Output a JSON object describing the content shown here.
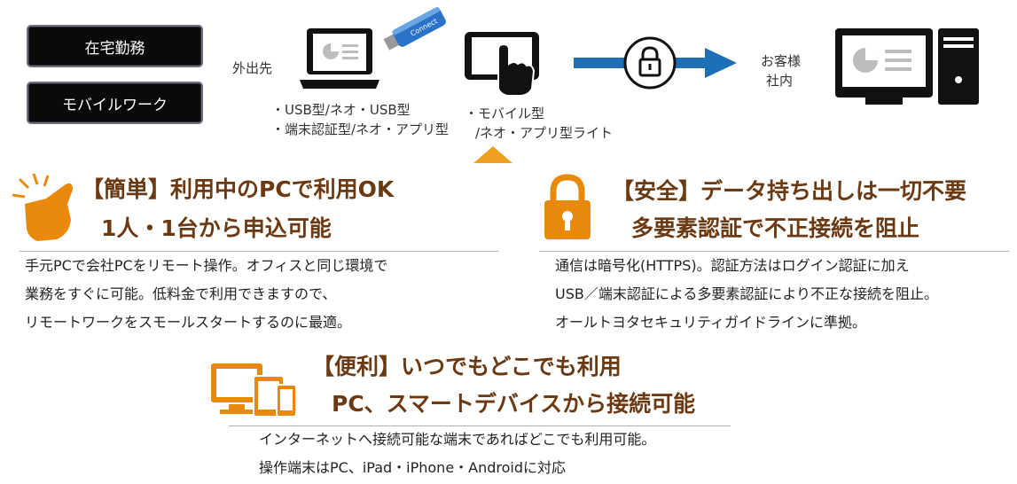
{
  "top": {
    "tags": [
      "在宅勤務",
      "モバイルワーク"
    ],
    "gaishutsu": "外出先",
    "customer_line1": "お客様",
    "customer_line2": "社内",
    "usb_label": "Connect",
    "laptop_notes": [
      "・USB型/ネオ・USB型",
      "・端末認証型/ネオ・アプリ型"
    ],
    "mobile_notes": [
      "・モバイル型",
      "/ネオ・アプリ型ライト"
    ]
  },
  "features": {
    "easy": {
      "heading": [
        "【簡単】利用中のPCで利用OK",
        "1人・1台から申込可能"
      ],
      "body": [
        "手元PCで会社PCをリモート操作。オフィスと同じ環境で",
        "業務をすぐに可能。低料金で利用できますので、",
        "リモートワークをスモールスタートするのに最適。"
      ]
    },
    "secure": {
      "heading": [
        "【安全】データ持ち出しは一切不要",
        "多要素認証で不正接続を阻止"
      ],
      "body": [
        "通信は暗号化(HTTPS)。認証方法はログイン認証に加え",
        "USB／端末認証による多要素認証により不正な接続を阻止。",
        "オールトヨタセキュリティガイドラインに準拠。"
      ]
    },
    "convenient": {
      "heading": [
        "【便利】いつでもどこでも利用",
        "PC、スマートデバイスから接続可能"
      ],
      "body": [
        "インターネットへ接続可能な端末であればどこでも利用可能。",
        "操作端末はPC、iPad・iPhone・Androidに対応"
      ]
    }
  },
  "colors": {
    "orange": "#e8890c",
    "brown": "#6b3a12",
    "blue": "#1d6fb8"
  }
}
